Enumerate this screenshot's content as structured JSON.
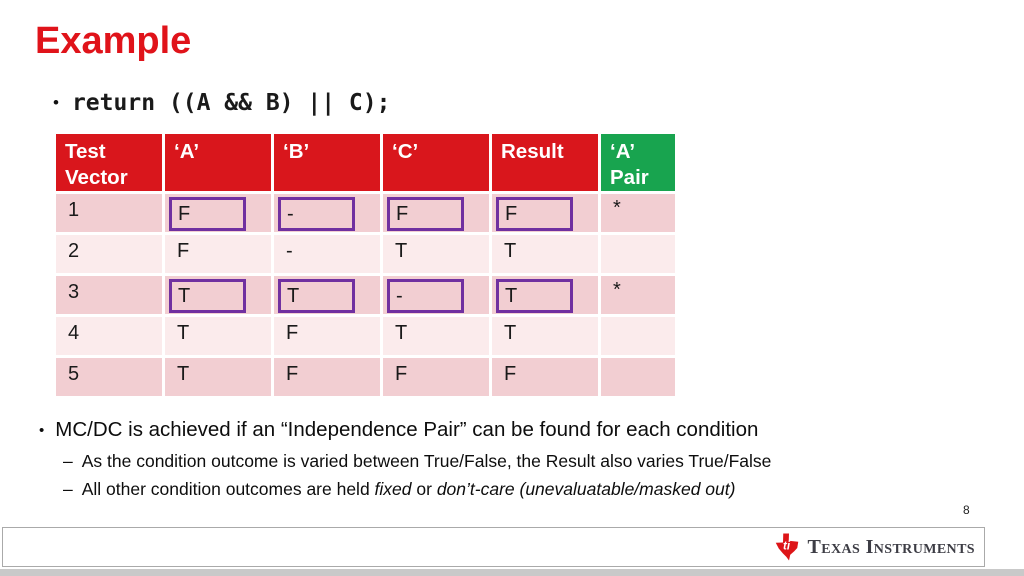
{
  "title": "Example",
  "code": {
    "bullet": "•",
    "text": "return ((A && B) || C);"
  },
  "table": {
    "headers": [
      "Test Vector",
      "‘A’",
      "‘B’",
      "‘C’",
      "Result",
      "‘A’ Pair"
    ],
    "rows": [
      {
        "vector": "1",
        "a": "F",
        "b": "-",
        "c": "F",
        "result": "F",
        "pair": "*"
      },
      {
        "vector": "2",
        "a": "F",
        "b": "-",
        "c": "T",
        "result": "T",
        "pair": ""
      },
      {
        "vector": "3",
        "a": "T",
        "b": "T",
        "c": "-",
        "result": "T",
        "pair": "*"
      },
      {
        "vector": "4",
        "a": "T",
        "b": "F",
        "c": "T",
        "result": "T",
        "pair": ""
      },
      {
        "vector": "5",
        "a": "T",
        "b": "F",
        "c": "F",
        "result": "F",
        "pair": ""
      }
    ],
    "boxed_rows": [
      1,
      3
    ],
    "boxed_columns": [
      "‘A’",
      "‘B’",
      "‘C’",
      "Result"
    ]
  },
  "bullets": {
    "dot": "•",
    "dash": "–",
    "main": "MC/DC is achieved if an “Independence Pair” can be found for each condition",
    "sub1": "As the condition outcome is varied between True/False, the Result also varies True/False",
    "sub2_part1": "All other condition outcomes are held ",
    "sub2_italic1": "fixed",
    "sub2_part2": " or ",
    "sub2_italic2": "don’t-care (unevaluatable/masked out)"
  },
  "footer": {
    "page_number": "8",
    "brand": "Texas Instruments",
    "logo_monogram": "ti"
  },
  "colors": {
    "title_red": "#e0131a",
    "header_red": "#d9161c",
    "pair_green": "#18a44f",
    "box_purple": "#7030a0",
    "row_pink_odd": "#f2ced2",
    "row_pink_even": "#fbebec",
    "ti_red": "#dd1518",
    "footer_text": "#3d3d45"
  }
}
